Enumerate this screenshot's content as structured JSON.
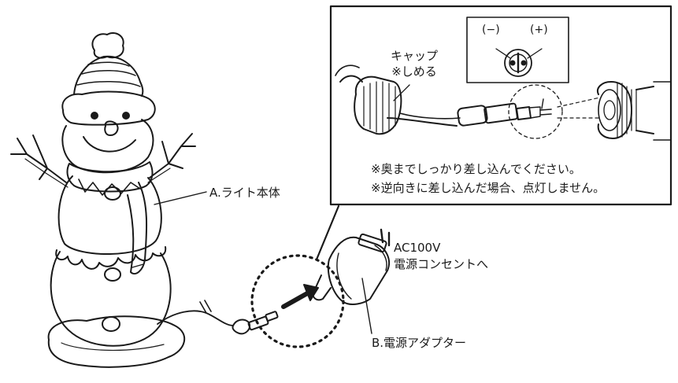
{
  "labels": {
    "light_body": "A.ライト本体",
    "power_adapter": "B.電源アダプター",
    "ac_line1": "AC100V",
    "ac_line2": "電源コンセントへ",
    "cap_line1": "キャップ",
    "cap_line2": "※しめる",
    "polarity_minus": "(−)",
    "polarity_plus": "(+)"
  },
  "notes": [
    "※奥までしっかり差し込んでください。",
    "※逆向きに差し込んだ場合、点灯しません。"
  ]
}
